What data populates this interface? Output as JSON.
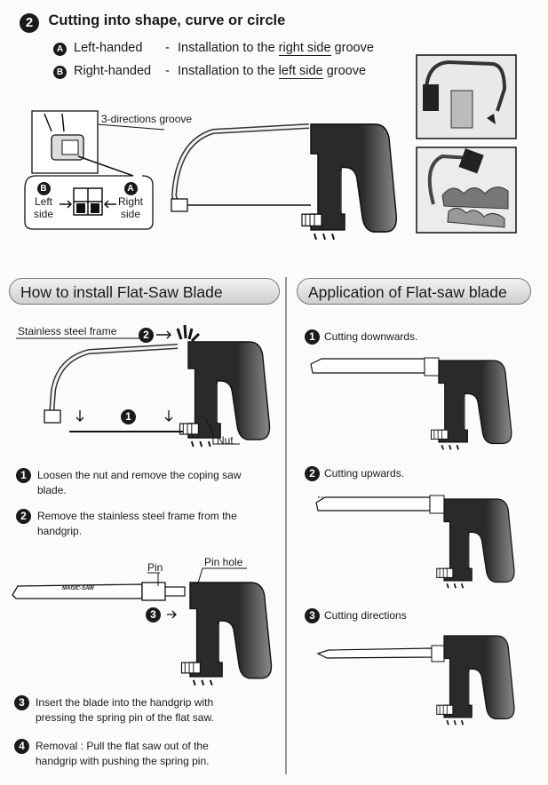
{
  "top": {
    "step_number": "2",
    "title": "Cutting into shape, curve or circle",
    "options": [
      {
        "badge": "A",
        "label": "Left-handed",
        "sep": "-",
        "pre": "Installation to the",
        "side": "right side",
        "post": "groove"
      },
      {
        "badge": "B",
        "label": "Right-handed",
        "sep": "-",
        "pre": "Installation to the",
        "side": "left side",
        "post": "groove"
      }
    ],
    "groove_label": "3-directions groove",
    "left_side": {
      "badge": "B",
      "line1": "Left",
      "line2": "side"
    },
    "right_side": {
      "badge": "A",
      "line1": "Right",
      "line2": "side"
    }
  },
  "install": {
    "header": "How to install Flat-Saw Blade",
    "frame_label": "Stainless steel frame",
    "arrow_2_badge": "2",
    "arrow_1_badge": "1",
    "nut_label": "Nut",
    "pin_label": "Pin",
    "pin_hole_label": "Pin hole",
    "arrow_3_badge": "3",
    "blade_brand": "MAGIC-SAW",
    "steps": [
      {
        "n": "1",
        "line1": "Loosen the nut and remove the coping saw",
        "line2": "blade."
      },
      {
        "n": "2",
        "line1": "Remove the stainless steel frame from the",
        "line2": "handgrip."
      },
      {
        "n": "3",
        "line1": "Insert the blade into the handgrip with",
        "line2": "pressing the spring pin of the flat saw."
      },
      {
        "n": "4",
        "line1": "Removal : Pull the flat saw out of the",
        "line2": "handgrip with pushing the spring pin."
      }
    ]
  },
  "application": {
    "header": "Application of Flat-saw blade",
    "items": [
      {
        "n": "1",
        "label": "Cutting downwards."
      },
      {
        "n": "2",
        "label": "Cutting upwards."
      },
      {
        "n": "3",
        "label": "Cutting directions"
      }
    ]
  }
}
